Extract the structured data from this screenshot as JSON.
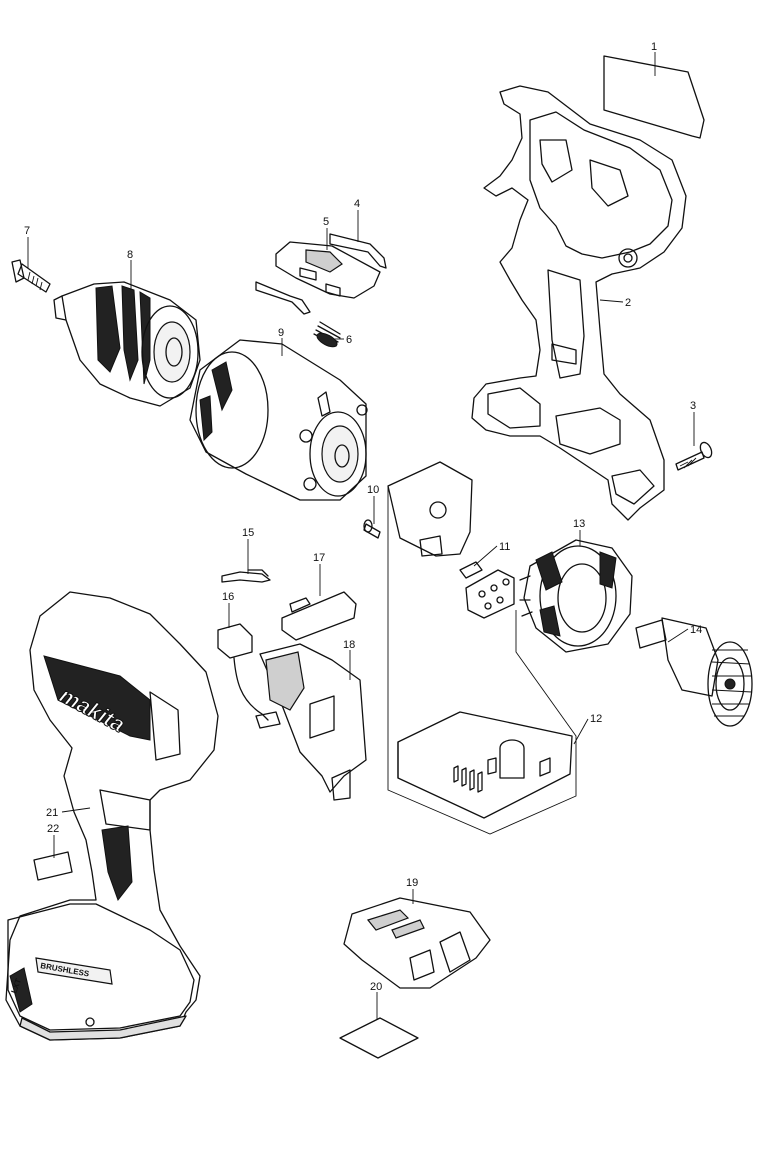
{
  "parts": [
    {
      "id": "p1",
      "label": "1"
    },
    {
      "id": "p2",
      "label": "2"
    },
    {
      "id": "p3",
      "label": "3"
    },
    {
      "id": "p4",
      "label": "4"
    },
    {
      "id": "p5",
      "label": "5"
    },
    {
      "id": "p6",
      "label": "6"
    },
    {
      "id": "p7",
      "label": "7"
    },
    {
      "id": "p8",
      "label": "8"
    },
    {
      "id": "p9",
      "label": "9"
    },
    {
      "id": "p10",
      "label": "10"
    },
    {
      "id": "p11",
      "label": "11"
    },
    {
      "id": "p12",
      "label": "12"
    },
    {
      "id": "p13",
      "label": "13"
    },
    {
      "id": "p14",
      "label": "14"
    },
    {
      "id": "p15",
      "label": "15"
    },
    {
      "id": "p16",
      "label": "16"
    },
    {
      "id": "p17",
      "label": "17"
    },
    {
      "id": "p18",
      "label": "18"
    },
    {
      "id": "p19",
      "label": "19"
    },
    {
      "id": "p20",
      "label": "20"
    },
    {
      "id": "p21",
      "label": "21"
    },
    {
      "id": "p22",
      "label": "22"
    }
  ],
  "housing": {
    "brand_logo": "makita",
    "side_badge": "BRUSHLESS",
    "voltage_badge": "LXT"
  }
}
